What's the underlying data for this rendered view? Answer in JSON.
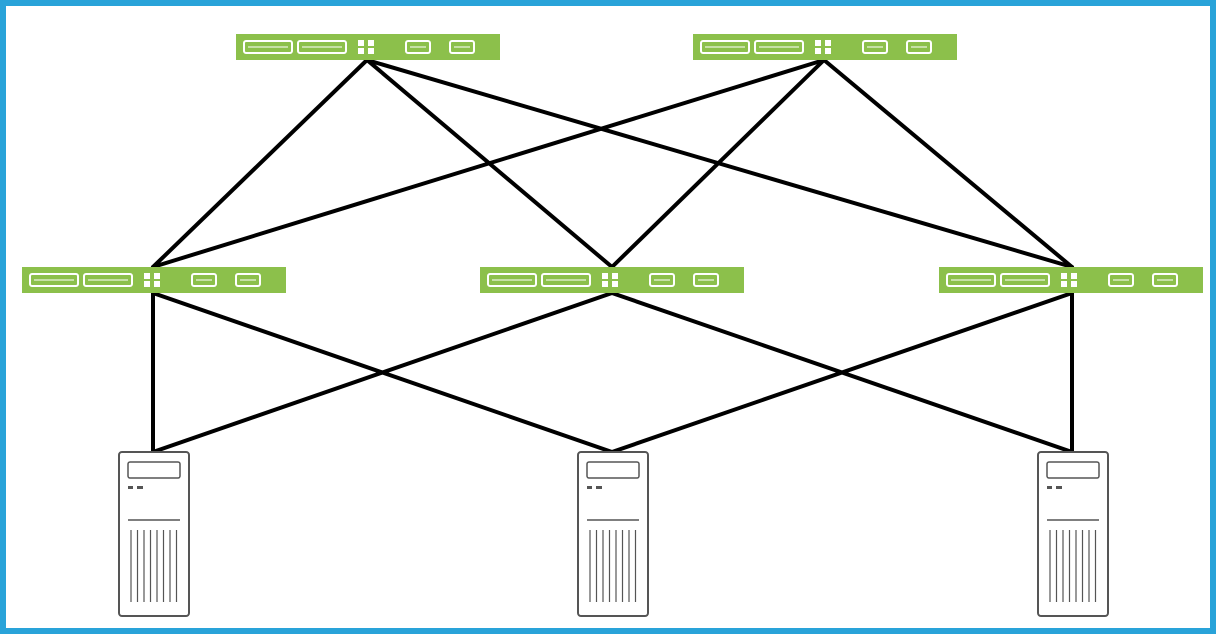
{
  "diagram": {
    "type": "network-topology",
    "layers": [
      {
        "role": "spine",
        "count": 2
      },
      {
        "role": "leaf",
        "count": 3
      },
      {
        "role": "server",
        "count": 3
      }
    ],
    "links": [
      [
        "spine-1",
        "leaf-1"
      ],
      [
        "spine-1",
        "leaf-2"
      ],
      [
        "spine-1",
        "leaf-3"
      ],
      [
        "spine-2",
        "leaf-1"
      ],
      [
        "spine-2",
        "leaf-2"
      ],
      [
        "spine-2",
        "leaf-3"
      ],
      [
        "leaf-1",
        "server-1"
      ],
      [
        "leaf-1",
        "server-2"
      ],
      [
        "leaf-2",
        "server-1"
      ],
      [
        "leaf-2",
        "server-3"
      ],
      [
        "leaf-3",
        "server-2"
      ],
      [
        "leaf-3",
        "server-3"
      ]
    ],
    "colors": {
      "frame": "#29a3d9",
      "switch_fill": "#8cc04b",
      "switch_port": "#ffffff",
      "link": "#000000",
      "server_stroke": "#555555",
      "server_fill": "#ffffff"
    },
    "icons": {
      "switch": "network-switch-icon",
      "server": "tower-server-icon"
    }
  }
}
